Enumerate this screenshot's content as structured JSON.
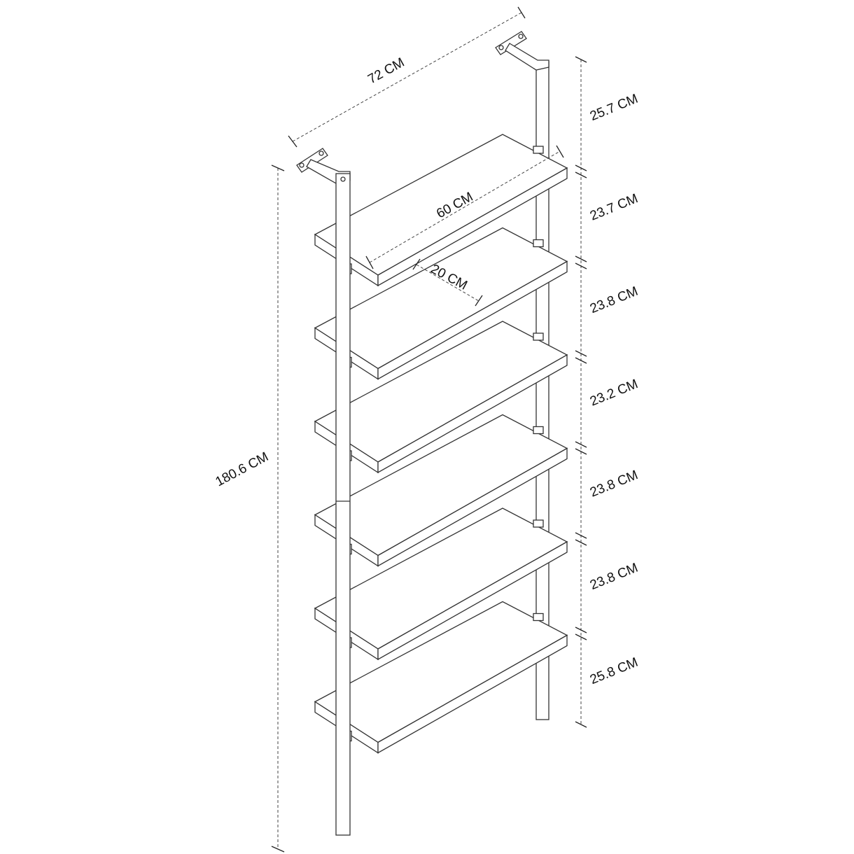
{
  "diagram": {
    "title": "Ladder wall shelf dimensions",
    "overall_width_label": "72 CM",
    "overall_height_label": "180.6 CM",
    "shelf_length_label": "60 CM",
    "shelf_depth_label": "20 CM",
    "shelf_count": 6,
    "vertical_spacing_labels": [
      "25.7 CM",
      "23.7 CM",
      "23.8 CM",
      "23.2 CM",
      "23.8 CM",
      "23.8 CM",
      "25.8 CM"
    ]
  }
}
